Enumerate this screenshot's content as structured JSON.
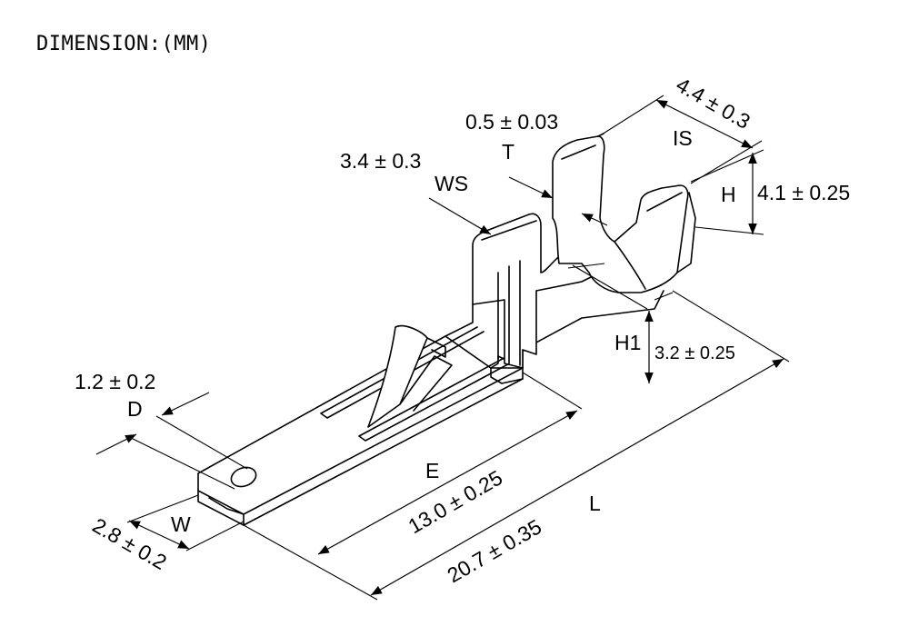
{
  "header": {
    "title": "DIMENSION:(MM)"
  },
  "dimensions": {
    "thickness": {
      "symbol": "T",
      "value": "0.5 ± 0.03"
    },
    "insulation_width": {
      "symbol": "IS",
      "value": "4.4 ± 0.3"
    },
    "wire_width": {
      "symbol": "WS",
      "value": "3.4 ± 0.3"
    },
    "height": {
      "symbol": "H",
      "value": "4.1 ± 0.25"
    },
    "height_wire": {
      "symbol": "H1",
      "value": "3.2 ± 0.25"
    },
    "hole_d": {
      "symbol": "D",
      "value": "1.2 ± 0.2"
    },
    "tab_length": {
      "symbol": "E",
      "value": "13.0 ± 0.25"
    },
    "total_length": {
      "symbol": "L",
      "value": "20.7 ± 0.35"
    },
    "tab_width": {
      "symbol": "W",
      "value": "2.8 ± 0.2"
    }
  }
}
